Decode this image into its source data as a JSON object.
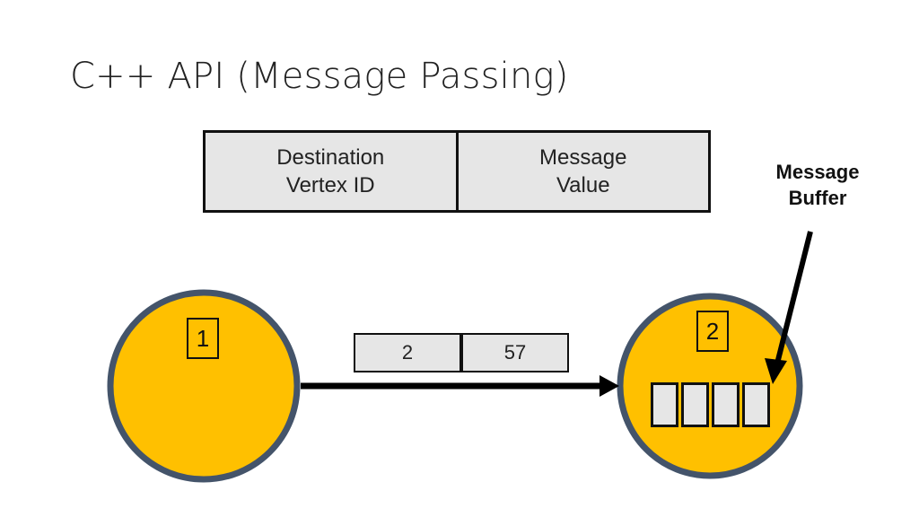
{
  "slide": {
    "title": "C++ API (Message Passing)"
  },
  "message_format": {
    "fields": [
      {
        "line1": "Destination",
        "line2": "Vertex ID"
      },
      {
        "line1": "Message",
        "line2": "Value"
      }
    ]
  },
  "callout": {
    "line1": "Message",
    "line2": "Buffer"
  },
  "vertices": [
    {
      "id": "1"
    },
    {
      "id": "2"
    }
  ],
  "message": {
    "destination": "2",
    "value": "57"
  },
  "buffer": {
    "slot_count": 4
  },
  "colors": {
    "vertex_fill": "#FFC000",
    "vertex_stroke": "#44546A",
    "box_fill": "#E6E6E6",
    "line": "#000000"
  }
}
